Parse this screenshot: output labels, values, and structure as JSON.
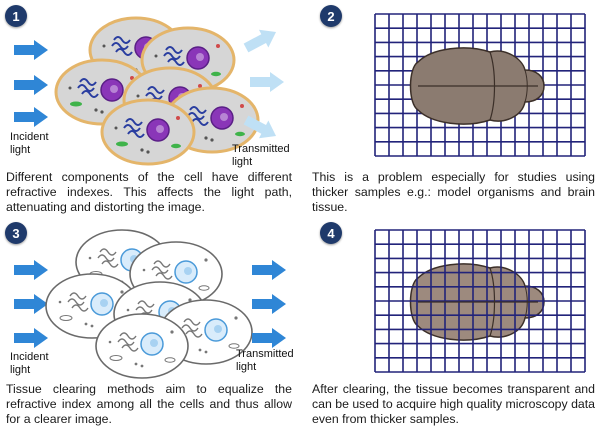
{
  "panels": [
    {
      "number": "1",
      "incident_label": [
        "Incident",
        "light"
      ],
      "transmitted_label": [
        "Transmitted",
        "light"
      ],
      "caption": "Different components of the cell have different refractive indexes. This affects the light path, attenuating and distorting the image."
    },
    {
      "number": "2",
      "caption": "This is a problem especially for studies using thicker samples e.g.: model organisms and brain tissue."
    },
    {
      "number": "3",
      "incident_label": [
        "Incident",
        "light"
      ],
      "transmitted_label": [
        "Transmitted",
        "light"
      ],
      "caption": "Tissue clearing methods aim to equalize the refractive index among all the cells and thus allow for a clearer image."
    },
    {
      "number": "4",
      "caption": "After clearing, the tissue becomes transparent and can be used to acquire high quality microscopy data even from thicker samples."
    }
  ],
  "colors": {
    "badge": "#1f3a6b",
    "arrow_incident": "#2f86d6",
    "arrow_faded": "#b9dcf4",
    "grid": "#22237a",
    "brain_opaque": "#8b7b70",
    "brain_clear": "#9d8a7e",
    "cell_fill": "#d8d8d8",
    "cell_border": "#e3b66a",
    "nucleus": "#7a2fb0"
  }
}
